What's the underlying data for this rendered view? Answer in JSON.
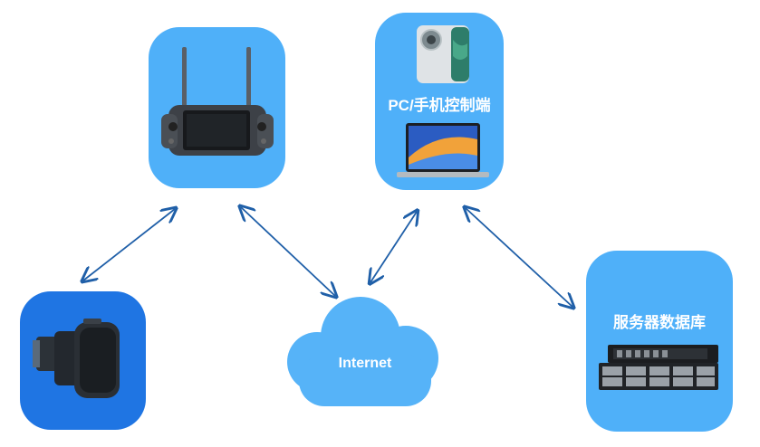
{
  "nodes": {
    "pc_client": {
      "label": "PC/手机控制端"
    },
    "server": {
      "label": "服务器数据库"
    },
    "internet": {
      "label": "Internet"
    }
  },
  "colors": {
    "card": "#4fb0f9",
    "gimbal_card": "#1f75e3",
    "arrow": "#1f5fa8",
    "cloud": "#56b3f8"
  },
  "icons": [
    "remote-controller-icon",
    "smartphone-icon",
    "laptop-icon",
    "gimbal-camera-icon",
    "server-rack-icon",
    "cloud-icon"
  ]
}
